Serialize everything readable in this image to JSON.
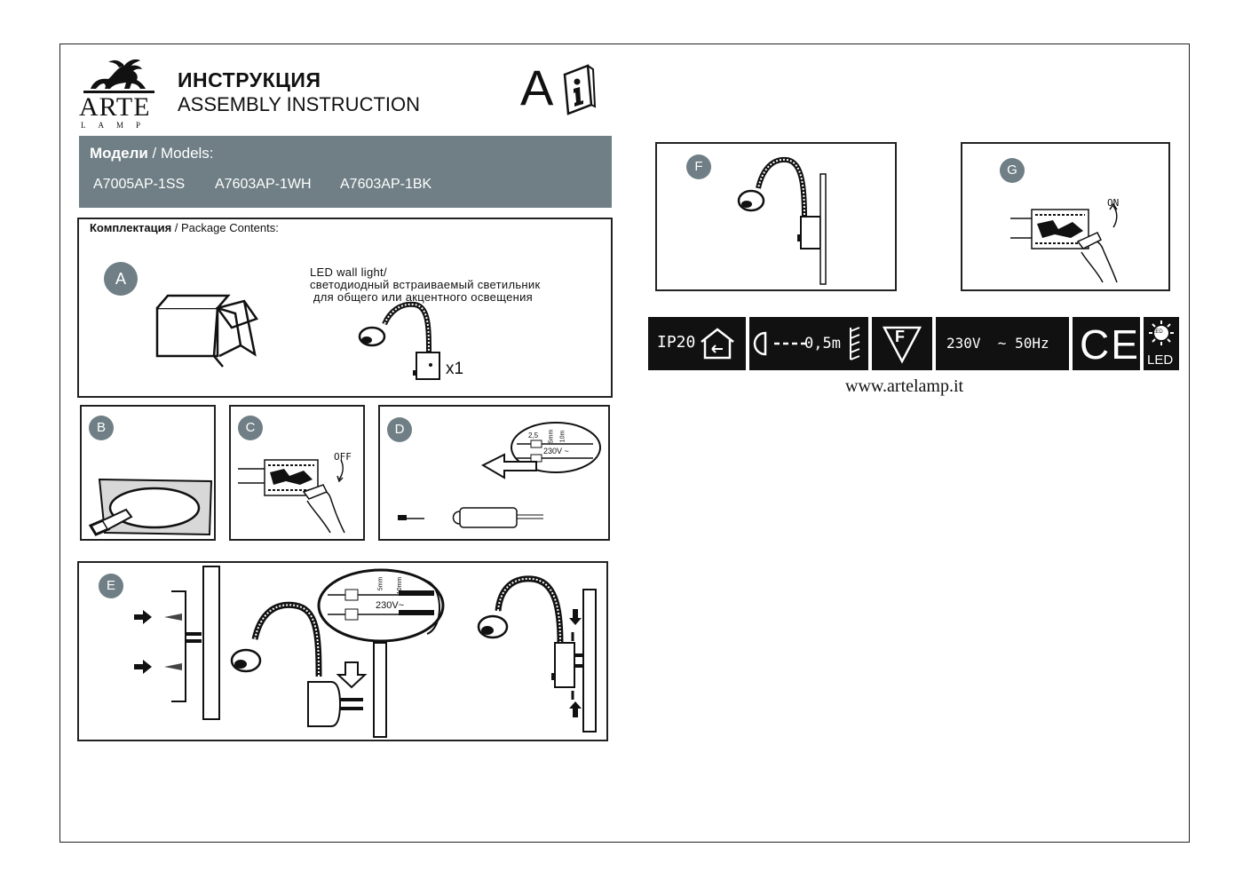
{
  "header": {
    "brand": "ARTE",
    "brand_sub": "LAMP",
    "title_ru": "ИНСТРУКЦИЯ",
    "title_en": "ASSEMBLY INSTRUCTION",
    "doc_mark": "A"
  },
  "models": {
    "label_ru": "Модели",
    "label_sep": " / Models:",
    "items": [
      "A7005AP-1SS",
      "A7603AP-1WH",
      "A7603AP-1BK"
    ]
  },
  "package": {
    "label_ru": "Комплектация",
    "label_en": " / Package Contents:",
    "badge": "A",
    "desc_line1": "LED wall light/",
    "desc_line2": "светодиодный встраиваемый светильник",
    "desc_line3": " для общего или акцентного освещения",
    "quantity": "x1"
  },
  "steps": {
    "b": "B",
    "c": "C",
    "c_switch": "OFF",
    "d": "D",
    "d_dims": [
      "2,5",
      "5mm",
      "10m",
      "230V ~"
    ],
    "e": "E",
    "e_dims": [
      "5mm",
      "10mm",
      "230V~"
    ],
    "f": "F",
    "g": "G",
    "g_switch": "ON"
  },
  "specs": {
    "ip": "IP20",
    "distance": "0,5m",
    "voltage": "230V  ~ 50Hz",
    "ce": "CE",
    "led_top": "LED",
    "led_bottom": "LED",
    "flammable": "F"
  },
  "footer": {
    "website": "www.artelamp.it"
  }
}
